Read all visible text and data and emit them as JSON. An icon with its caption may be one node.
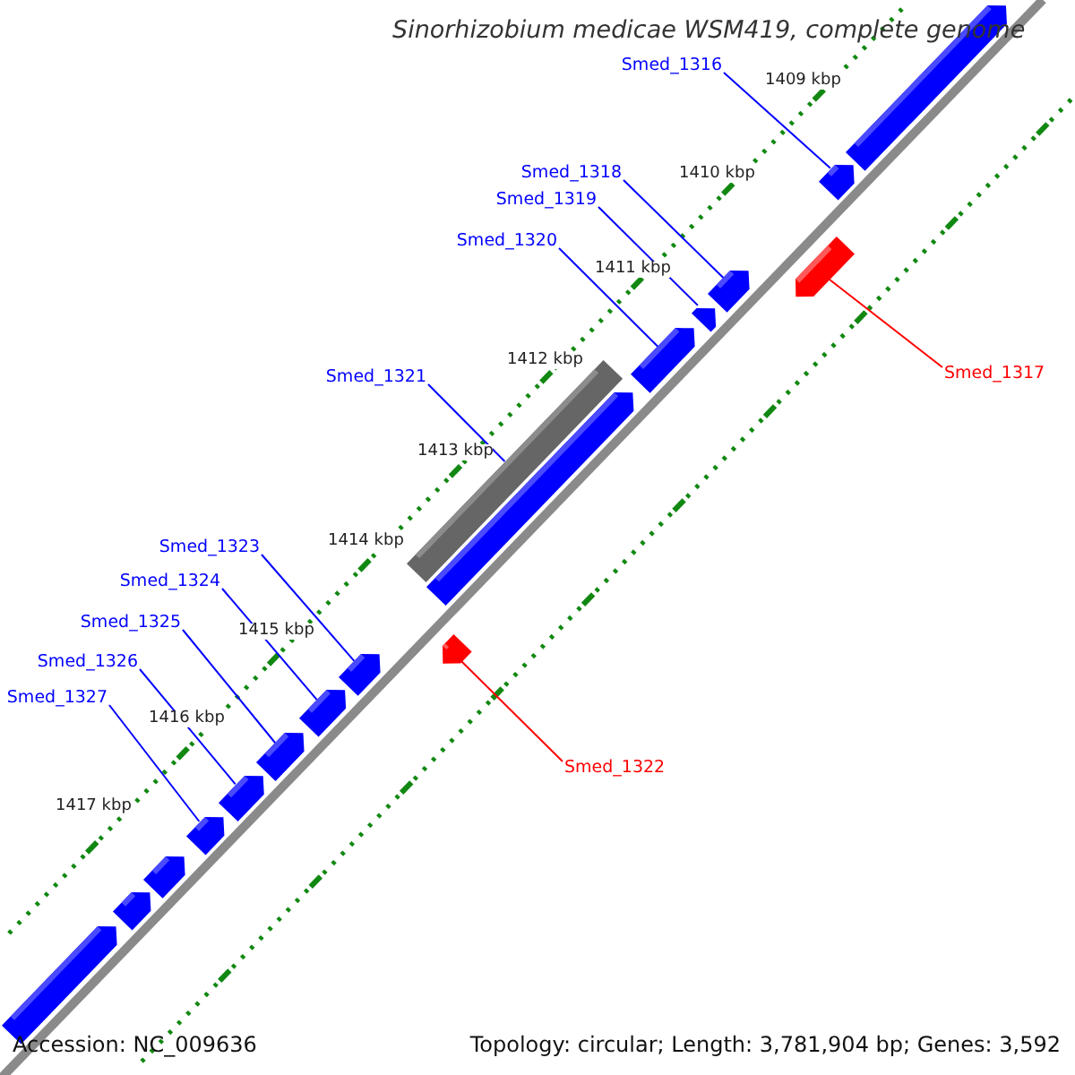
{
  "diagram": {
    "title": "Sinorhizobium medicae WSM419, complete genome",
    "nodes": [
      {
        "text": [
          "Smed_1316"
        ]
      },
      {
        "text": [
          "Smed_1318"
        ]
      },
      {
        "text": [
          "Smed_1319"
        ]
      },
      {
        "text": [
          "Smed_1320"
        ]
      },
      {
        "text": [
          "Smed_1317"
        ]
      },
      {
        "text": [
          "Smed_1321"
        ]
      },
      {
        "text": [
          "Smed_1323"
        ]
      },
      {
        "text": [
          "Smed_1324"
        ]
      },
      {
        "text": [
          "Smed_1325"
        ]
      },
      {
        "text": [
          "Smed_1326"
        ]
      },
      {
        "text": [
          "Smed_1327"
        ]
      },
      {
        "text": [
          "Smed_1322"
        ]
      },
      {
        "text": [],
        "shape": "pentagon"
      },
      {
        "text": [],
        "shape": "pentagon"
      },
      {
        "text": [],
        "shape": "pentagon"
      },
      {
        "text": [],
        "shape": "pentagon"
      },
      {
        "text": [],
        "shape": "pentagon"
      },
      {
        "text": [],
        "shape": "pentagon"
      },
      {
        "text": [],
        "shape": "bar"
      },
      {
        "text": [],
        "shape": "pentagon"
      },
      {
        "text": [],
        "shape": "pentagon"
      },
      {
        "text": [],
        "shape": "pentagon"
      },
      {
        "text": [],
        "shape": "pentagon"
      },
      {
        "text": [],
        "shape": "pentagon"
      },
      {
        "text": [],
        "shape": "pentagon"
      },
      {
        "text": [],
        "shape": "pentagon"
      },
      {
        "text": [],
        "shape": "pentagon"
      },
      {
        "text": [],
        "shape": "pentagon"
      },
      {
        "text": [],
        "shape": "pentagon"
      }
    ],
    "edges": [
      {
        "from": 0,
        "to": 13,
        "arrow": "none"
      },
      {
        "from": 1,
        "to": 15,
        "arrow": "none"
      },
      {
        "from": 2,
        "to": 16,
        "arrow": "none"
      },
      {
        "from": 3,
        "to": 17,
        "arrow": "none"
      },
      {
        "from": 4,
        "to": 14,
        "arrow": "none",
        "color": "#ff0000"
      },
      {
        "from": 5,
        "to": 18,
        "arrow": "none"
      },
      {
        "from": 6,
        "to": 21,
        "arrow": "none"
      },
      {
        "from": 7,
        "to": 22,
        "arrow": "none"
      },
      {
        "from": 8,
        "to": 23,
        "arrow": "none"
      },
      {
        "from": 9,
        "to": 24,
        "arrow": "none"
      },
      {
        "from": 10,
        "to": 25,
        "arrow": "none"
      },
      {
        "from": 11,
        "to": 20,
        "arrow": "none",
        "color": "#ff0000"
      }
    ],
    "labels": [
      "1409 kbp",
      "1410 kbp",
      "1411 kbp",
      "1412 kbp",
      "1413 kbp",
      "1414 kbp",
      "1415 kbp",
      "1416 kbp",
      "1417 kbp",
      "Accession: NC_009636",
      "Topology: circular; Length: 3,781,904 bp; Genes: 3,592"
    ]
  }
}
